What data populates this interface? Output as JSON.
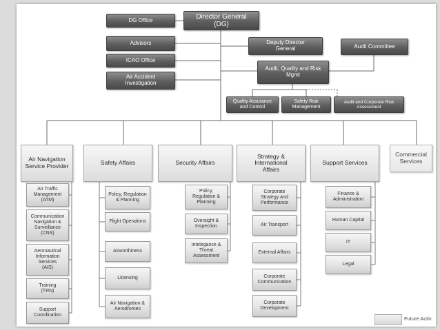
{
  "top": {
    "dg_office": "DG Office",
    "director_general": "Director General\n(DG)",
    "advisors": "Advisors",
    "icao_office": "ICAO Office",
    "air_accident": "Air Accident\nInvestigation",
    "deputy_dg": "Deputy Director\nGeneral",
    "audit_committee": "Audit  Committee",
    "aqr": "Audit, Quality and Risk\nMgmt",
    "quality_assurance": "Quality Assurance\nand Control",
    "safety_risk": "Safety Risk\nManagement",
    "audit_corporate_risk": "Audit and Corporate Risk\nAssessment"
  },
  "departments": [
    {
      "label": "Air Navigation\nService Provider",
      "units": [
        "Air Traffic\nManagement\n(ATM)",
        "Communication\nNavigation &\nSurveillance\n(CNS)",
        "Aeronautical\nInformation\nServices\n(AIS)",
        "Training\n(TRN)",
        "Support\nCoordination"
      ]
    },
    {
      "label": "Safety Affairs",
      "units": [
        "Policy, Regulation\n& Planning",
        "Flight Operations",
        "Airworthiness",
        "Licensing",
        "Air Navigation &\nAerodromes"
      ]
    },
    {
      "label": "Security Affairs",
      "units": [
        "Policy,\nRegulation &\nPlanning",
        "Oversight &\nInspection",
        "Intelegance &\nThreat\nAssessment"
      ]
    },
    {
      "label": "Strategy &\nInternational\nAffairs",
      "units": [
        "Corporate\nStrategy and\nPerformance",
        "Air Transport",
        "External Affairs",
        "Corporate\nCommunication",
        "Corporate\nDevelopment"
      ]
    },
    {
      "label": "Support Services",
      "units": [
        "Finance &\nAdministration",
        "Human Capital",
        "IT",
        "Legal"
      ]
    },
    {
      "label": "Commercial\nServices",
      "units": []
    }
  ],
  "legend": {
    "future_label": "Future Activ"
  }
}
